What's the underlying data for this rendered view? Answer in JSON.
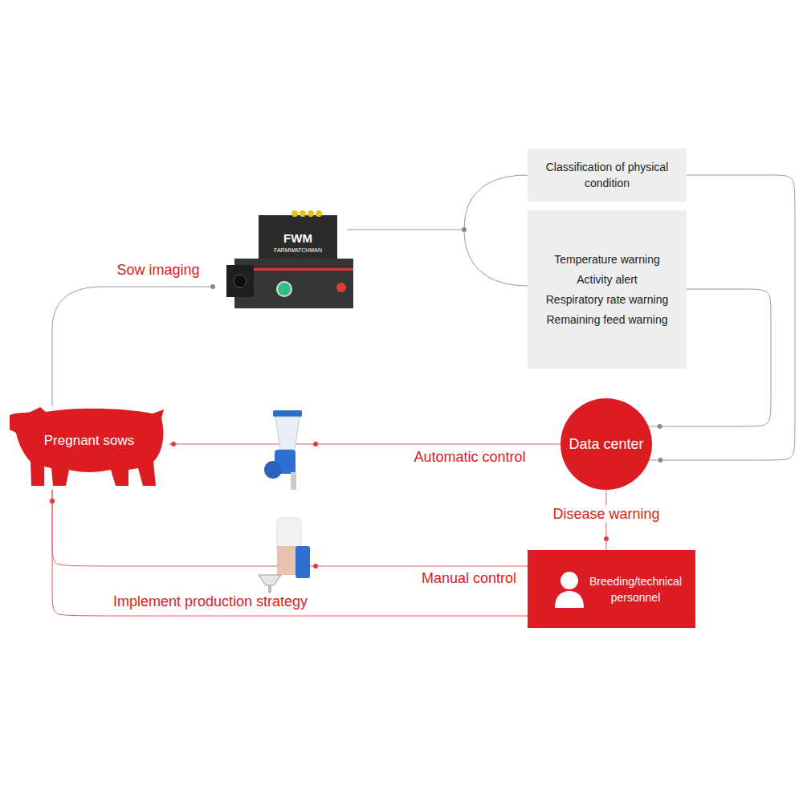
{
  "diagram": {
    "nodes": [
      {
        "text": [
          "Classification of physical condition"
        ]
      },
      {
        "text": [
          "Temperature warning",
          "Activity alert",
          "Respiratory rate warning",
          "Remaining feed warning"
        ]
      },
      {
        "text": [
          "Pregnant sows"
        ]
      },
      {
        "text": [
          "Data center"
        ]
      },
      {
        "text": [
          "Breeding/technical personnel"
        ]
      }
    ],
    "edges": [
      {
        "from": 0,
        "to": 3,
        "arrow": "none"
      },
      {
        "from": 1,
        "to": 3,
        "arrow": "none"
      },
      {
        "from": 3,
        "to": 2,
        "label": "Automatic control",
        "arrow": "none"
      },
      {
        "from": 3,
        "to": 4,
        "label": "Disease warning",
        "arrow": "none"
      },
      {
        "from": 4,
        "to": 2,
        "label": "Manual control",
        "arrow": "none"
      },
      {
        "from": 4,
        "to": 2,
        "label": "Implement production strategy",
        "arrow": "none"
      }
    ],
    "labels": [
      "Sow imaging",
      "FWM",
      "FARMWATCHMAN"
    ]
  }
}
